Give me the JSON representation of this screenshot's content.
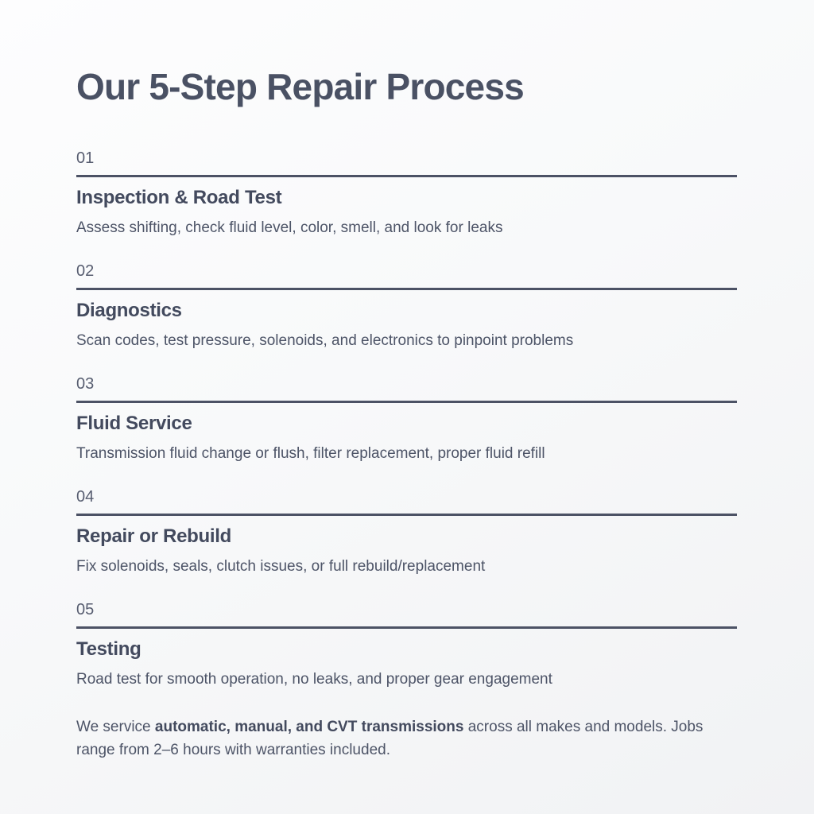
{
  "page": {
    "title": "Our 5-Step Repair Process"
  },
  "steps": [
    {
      "number": "01",
      "title": "Inspection & Road Test",
      "description": "Assess shifting, check fluid level, color, smell, and look for leaks"
    },
    {
      "number": "02",
      "title": "Diagnostics",
      "description": "Scan codes, test pressure, solenoids, and electronics to pinpoint problems"
    },
    {
      "number": "03",
      "title": "Fluid Service",
      "description": "Transmission fluid change or flush, filter replacement, proper fluid refill"
    },
    {
      "number": "04",
      "title": "Repair or Rebuild",
      "description": "Fix solenoids, seals, clutch issues, or full rebuild/replacement"
    },
    {
      "number": "05",
      "title": "Testing",
      "description": "Road test for smooth operation, no leaks, and proper gear engagement"
    }
  ],
  "footer": {
    "prefix": "We service ",
    "bold": "automatic, manual, and CVT transmissions",
    "suffix": " across all makes and models. Jobs range from 2–6 hours with warranties included."
  },
  "colors": {
    "title_text": "#4a5164",
    "heading_text": "#434a5e",
    "body_text": "#4d5467",
    "rule": "#4c5265",
    "background_start": "#fdfdfe",
    "background_end": "#f1f2f4"
  }
}
